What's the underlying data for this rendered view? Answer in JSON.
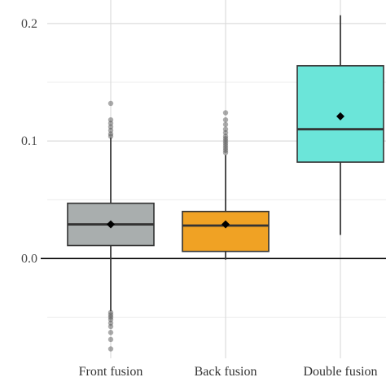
{
  "chart_data": {
    "type": "box",
    "title": "",
    "xlabel": "",
    "ylabel": "",
    "ylim": [
      -0.085,
      0.22
    ],
    "yticks": [
      0.0,
      0.1,
      0.2
    ],
    "ytick_labels": [
      "0.0",
      "0.1",
      "0.2"
    ],
    "minor_gridlines": [
      -0.05,
      0.05,
      0.15
    ],
    "grid": true,
    "reference_line": 0.0,
    "categories": [
      "Front fusion",
      "Back fusion",
      "Double fusion"
    ],
    "series": [
      {
        "category": "Front fusion",
        "color": "#a9aeae",
        "q1": 0.011,
        "median": 0.029,
        "q3": 0.047,
        "whisker_low": -0.045,
        "whisker_high": 0.103,
        "mean": 0.029,
        "outliers": [
          0.104,
          0.106,
          0.109,
          0.112,
          0.115,
          0.118,
          0.132,
          -0.046,
          -0.048,
          -0.05,
          -0.052,
          -0.055,
          -0.058,
          -0.063,
          -0.069,
          -0.077
        ]
      },
      {
        "category": "Back fusion",
        "color": "#f0a224",
        "q1": 0.006,
        "median": 0.028,
        "q3": 0.04,
        "whisker_low": -0.001,
        "whisker_high": 0.088,
        "mean": 0.029,
        "outliers": [
          0.09,
          0.092,
          0.094,
          0.096,
          0.098,
          0.1,
          0.102,
          0.104,
          0.107,
          0.11,
          0.114,
          0.118,
          0.124
        ]
      },
      {
        "category": "Double fusion",
        "color": "#6be5d9",
        "q1": 0.082,
        "median": 0.11,
        "q3": 0.164,
        "whisker_low": 0.02,
        "whisker_high": 0.207,
        "mean": 0.121,
        "outliers": []
      }
    ]
  }
}
